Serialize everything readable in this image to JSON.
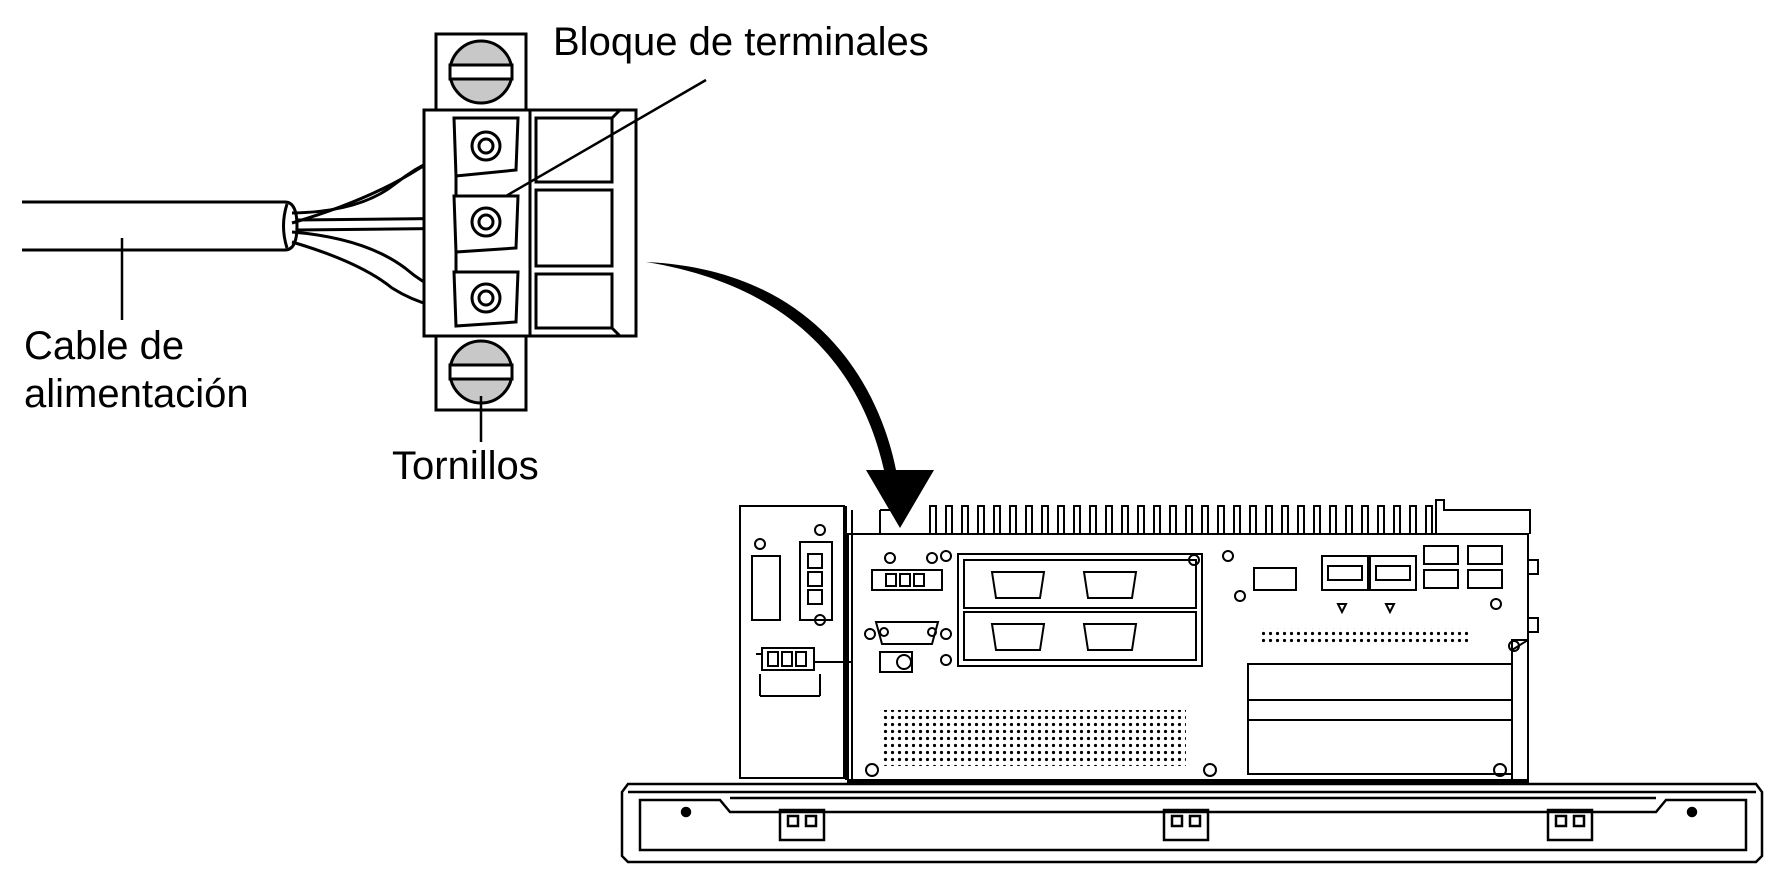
{
  "labels": {
    "terminal_block": "Bloque de terminales",
    "power_cable_line1": "Cable de",
    "power_cable_line2": "alimentación",
    "screws": "Tornillos"
  },
  "colors": {
    "line": "#000000",
    "screw_fill": "#c8c8c8",
    "background": "#ffffff"
  }
}
